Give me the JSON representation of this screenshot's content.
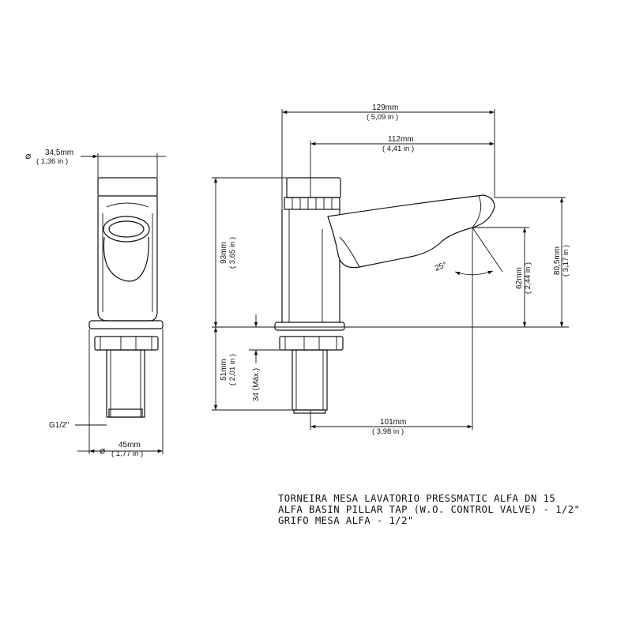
{
  "dimensions": {
    "front_top_dia": {
      "symbol": "⌀",
      "mm": "34,5mm",
      "in": "( 1,36 in )"
    },
    "front_base_dia": {
      "symbol": "⌀",
      "mm": "45mm",
      "in": "( 1,77 in )"
    },
    "thread": "G1/2\"",
    "overall_length": {
      "mm": "129mm",
      "in": "( 5,09 in )"
    },
    "spout_reach": {
      "mm": "112mm",
      "in": "( 4,41 in )"
    },
    "body_height": {
      "mm": "93mm",
      "in": "( 3,65 in )"
    },
    "shank_length": {
      "mm": "51mm",
      "in": "( 2,01 in )"
    },
    "max_thickness": "34 (Máx.)",
    "spout_outlet": {
      "mm": "101mm",
      "in": "( 3,98 in )"
    },
    "angle": "25°",
    "outlet_height": {
      "mm": "62mm",
      "in": "( 2,44 in )"
    },
    "total_height": {
      "mm": "80,5mm",
      "in": "( 3,17 in )"
    }
  },
  "title_lines": [
    "TORNEIRA MESA LAVATORIO PRESSMATIC ALFA DN 15",
    "ALFA BASIN PILLAR TAP (W.O. CONTROL VALVE) - 1/2\"",
    "GRIFO MESA ALFA - 1/2\""
  ]
}
